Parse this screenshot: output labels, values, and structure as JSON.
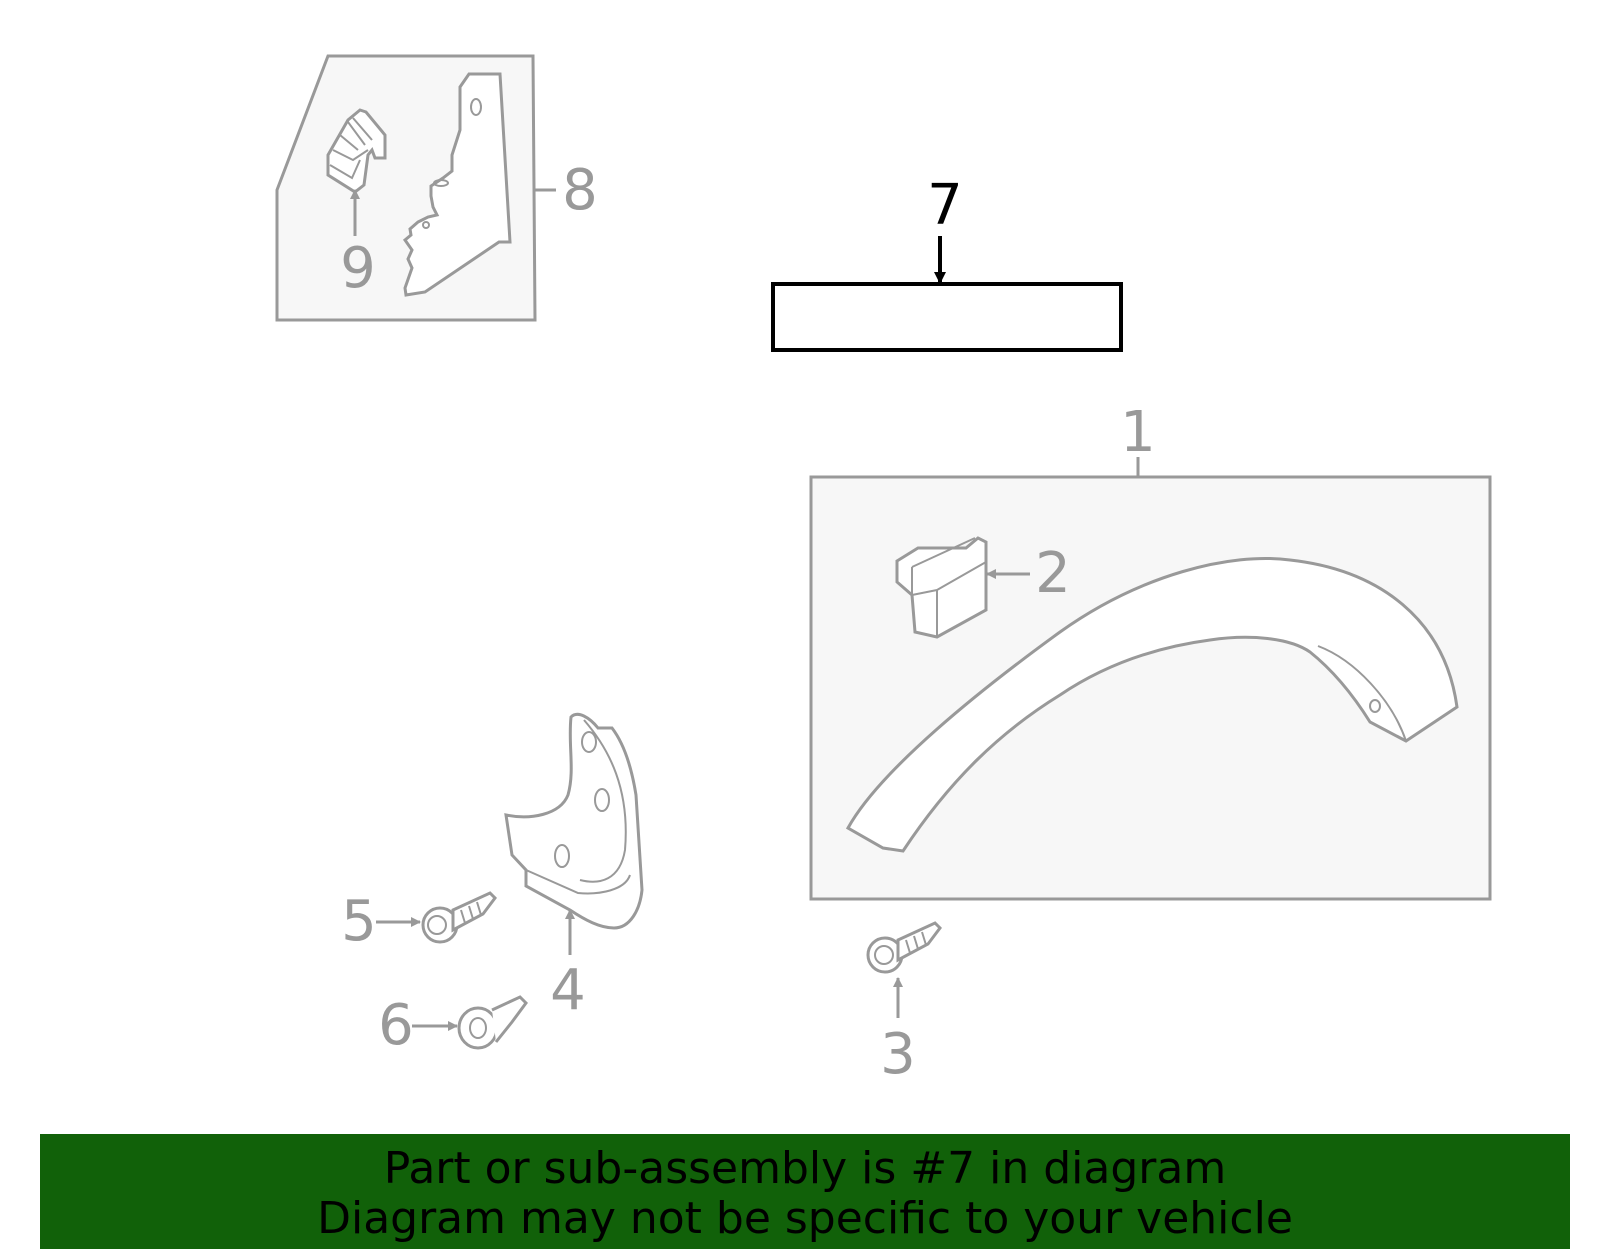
{
  "colors": {
    "part_stroke": "#999999",
    "group_fill": "#f7f7f7",
    "highlight": "#000000",
    "banner_bg": "#116109",
    "banner_text": "#000000"
  },
  "callouts": {
    "c1": "1",
    "c2": "2",
    "c3": "3",
    "c4": "4",
    "c5": "5",
    "c6": "6",
    "c7": "7",
    "c8": "8",
    "c9": "9"
  },
  "highlighted_part": "7",
  "banner": {
    "line1": "Part or sub-assembly is #7 in diagram",
    "line2": "Diagram may not be specific to your vehicle"
  }
}
